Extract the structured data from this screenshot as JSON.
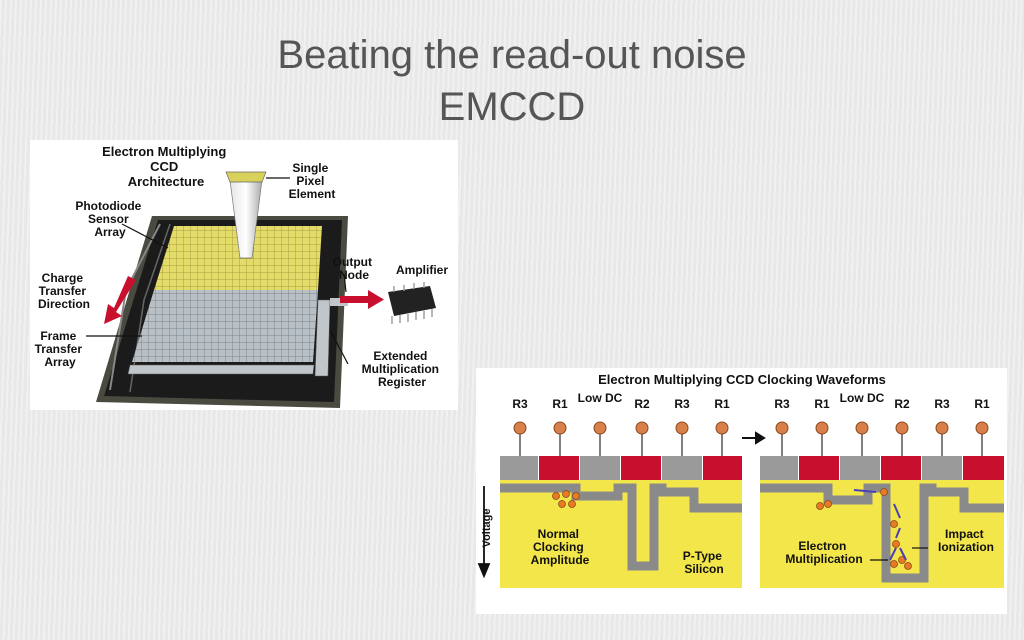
{
  "slide": {
    "title_line1": "Beating the read-out noise",
    "title_line2": "EMCCD"
  },
  "arch": {
    "heading": [
      "Electron Multiplying",
      "CCD",
      "Architecture"
    ],
    "single_pixel": [
      "Single",
      "Pixel",
      "Element"
    ],
    "photodiode": [
      "Photodiode",
      "Sensor",
      "Array"
    ],
    "charge_transfer": [
      "Charge",
      "Transfer",
      "Direction"
    ],
    "frame_transfer": [
      "Frame",
      "Transfer",
      "Array"
    ],
    "output_node": [
      "Output",
      "Node"
    ],
    "amplifier": "Amplifier",
    "register": [
      "Extended",
      "Multiplication",
      "Register"
    ]
  },
  "waveforms": {
    "heading": "Electron Multiplying CCD Clocking Waveforms",
    "phases_left": [
      "R3",
      "R1",
      "Low DC",
      "R2",
      "R3",
      "R1"
    ],
    "phases_right": [
      "R3",
      "R1",
      "Low DC",
      "R2",
      "R3",
      "R1"
    ],
    "voltage_label": "Voltage",
    "normal_clocking": [
      "Normal",
      "Clocking",
      "Amplitude"
    ],
    "ptype": [
      "P-Type",
      "Silicon"
    ],
    "electron_mult": [
      "Electron",
      "Multiplication"
    ],
    "impact": [
      "Impact",
      "Ionization"
    ],
    "colors": {
      "red": "#c8102e",
      "gray": "#9a9a9a",
      "yellow": "#f3e64a",
      "bead": "#d9804a"
    }
  }
}
